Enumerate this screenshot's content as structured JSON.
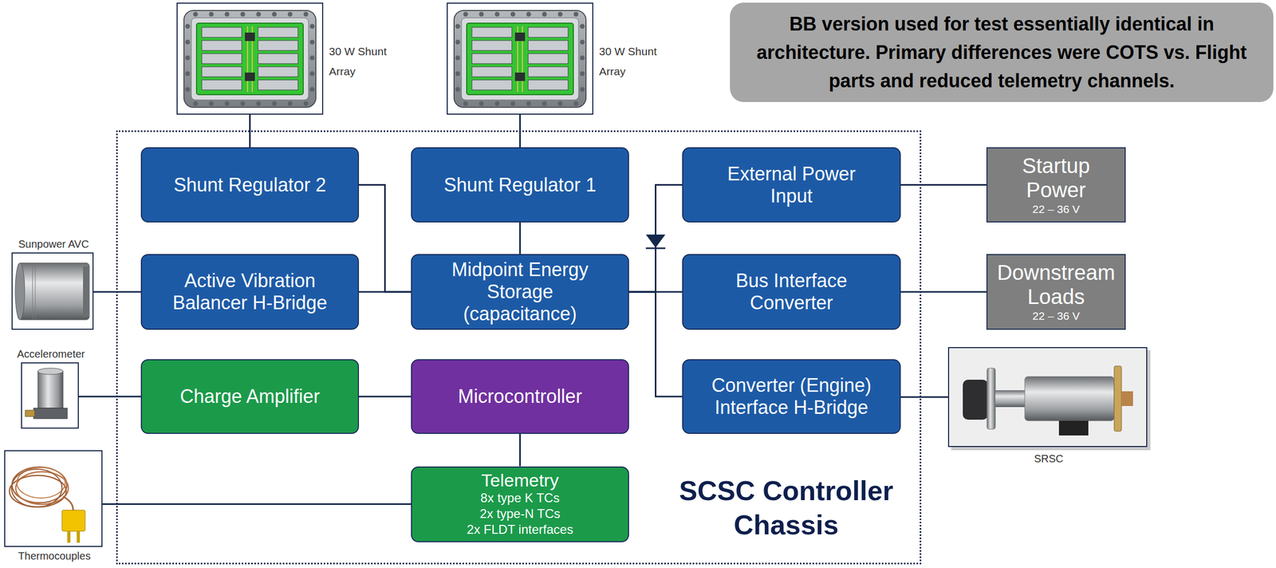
{
  "diagram": {
    "nodes": [
      {
        "text": [
          "30 W Shunt Array"
        ]
      },
      {
        "text": [
          "30 W Shunt Array"
        ]
      },
      {
        "text": [
          "BB version used for test essentially identical in architecture. Primary differences were COTS vs. Flight parts and reduced telemetry channels."
        ]
      },
      {
        "text": [
          "SCSC Controller Chassis"
        ]
      },
      {
        "text": [
          "Shunt Regulator 2"
        ],
        "in": 3
      },
      {
        "text": [
          "Shunt Regulator 1"
        ],
        "in": 3
      },
      {
        "text": [
          "External Power Input"
        ],
        "in": 3
      },
      {
        "text": [
          "Startup Power",
          "22 – 36 V"
        ]
      },
      {
        "text": [
          "Sunpower AVC"
        ]
      },
      {
        "text": [
          "Active Vibration Balancer H-Bridge"
        ],
        "in": 3
      },
      {
        "text": [
          "Midpoint Energy Storage (capacitance)"
        ],
        "in": 3
      },
      {
        "text": [
          "Bus Interface Converter"
        ],
        "in": 3
      },
      {
        "text": [
          "Downstream Loads",
          "22 – 36 V"
        ]
      },
      {
        "text": [
          "Accelerometer"
        ]
      },
      {
        "text": [
          "Charge Amplifier"
        ],
        "in": 3
      },
      {
        "text": [
          "Microcontroller"
        ],
        "in": 3
      },
      {
        "text": [
          "Converter (Engine) Interface H-Bridge"
        ],
        "in": 3
      },
      {
        "text": [
          "SRSC"
        ]
      },
      {
        "text": [
          "Thermocouples"
        ]
      },
      {
        "text": [
          "Telemetry",
          "8x type K TCs",
          "2x type-N TCs",
          "2x FLDT interfaces"
        ],
        "in": 3
      }
    ],
    "edges": [
      {
        "from": 0,
        "to": 4,
        "arrow": "none"
      },
      {
        "from": 1,
        "to": 5,
        "arrow": "none"
      },
      {
        "from": 4,
        "to": 10,
        "arrow": "none"
      },
      {
        "from": 8,
        "to": 9,
        "arrow": "none"
      },
      {
        "from": 9,
        "to": 10,
        "arrow": "none"
      },
      {
        "from": 5,
        "to": 10,
        "arrow": "none"
      },
      {
        "from": 6,
        "to": 10,
        "arrow": "none"
      },
      {
        "from": 10,
        "to": 11,
        "arrow": "none"
      },
      {
        "from": 10,
        "to": 16,
        "arrow": "none"
      },
      {
        "from": 11,
        "to": 12,
        "arrow": "none"
      },
      {
        "from": 6,
        "to": 7,
        "arrow": "none"
      },
      {
        "from": 16,
        "to": 17,
        "arrow": "none"
      },
      {
        "from": 13,
        "to": 14,
        "arrow": "none"
      },
      {
        "from": 14,
        "to": 15,
        "arrow": "none"
      },
      {
        "from": 15,
        "to": 19,
        "arrow": "none"
      },
      {
        "from": 18,
        "to": 19,
        "arrow": "none"
      }
    ]
  }
}
